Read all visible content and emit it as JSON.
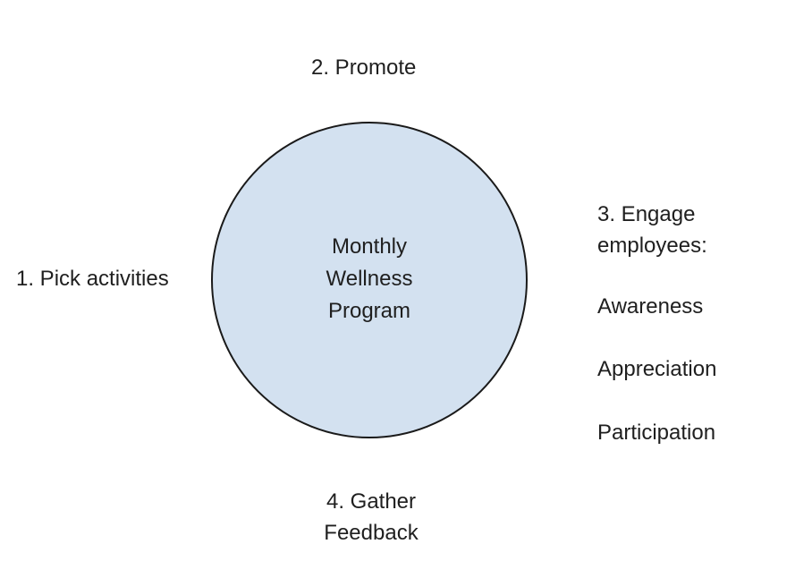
{
  "colors": {
    "circle_fill": "#d3e1f0",
    "circle_stroke": "#1a1a1a",
    "text": "#1f1f1f"
  },
  "center": {
    "line1": "Monthly",
    "line2": "Wellness",
    "line3": "Program"
  },
  "steps": {
    "pick": "1. Pick activities",
    "promote": "2. Promote",
    "engage": {
      "line1": "3. Engage",
      "line2": "employees:"
    },
    "gather": {
      "line1": "4. Gather",
      "line2": "Feedback"
    }
  },
  "engage_items": [
    "Awareness",
    "Appreciation",
    "Participation"
  ]
}
